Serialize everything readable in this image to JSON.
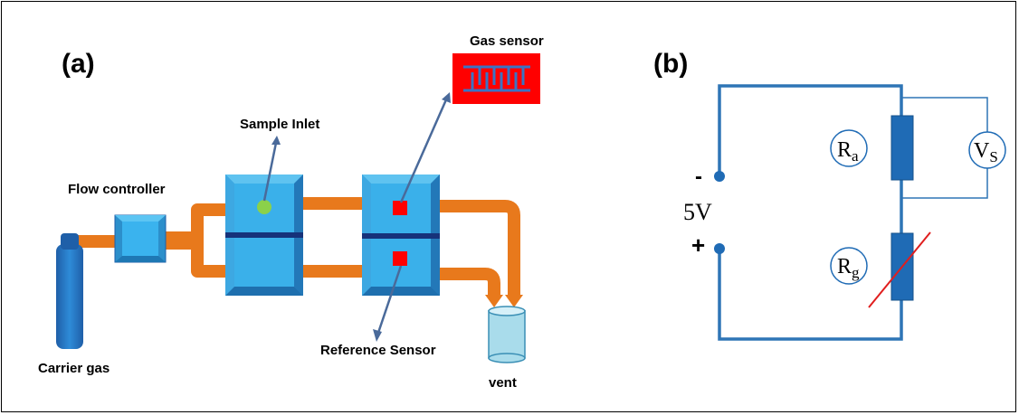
{
  "panel_a": {
    "label": "(a)",
    "gas_sensor": "Gas sensor",
    "sample_inlet": "Sample Inlet",
    "flow_controller": "Flow controller",
    "carrier_gas": "Carrier gas",
    "reference_sensor": "Reference Sensor",
    "vent": "vent"
  },
  "panel_b": {
    "label": "(b)",
    "minus": "-",
    "plus": "+",
    "voltage": "5V",
    "ra_main": "R",
    "ra_sub": "a",
    "rg_main": "R",
    "rg_sub": "g",
    "vs_main": "V",
    "vs_sub": "S"
  },
  "colors": {
    "pipe": "#E8791C",
    "box_blue": "#3AA6DD",
    "box_light": "#6CC3EE",
    "dark_blue": "#1E5FA8",
    "sensor_red": "#FF0000",
    "inlet_green": "#8BD14A",
    "wire": "#2E75B6"
  }
}
